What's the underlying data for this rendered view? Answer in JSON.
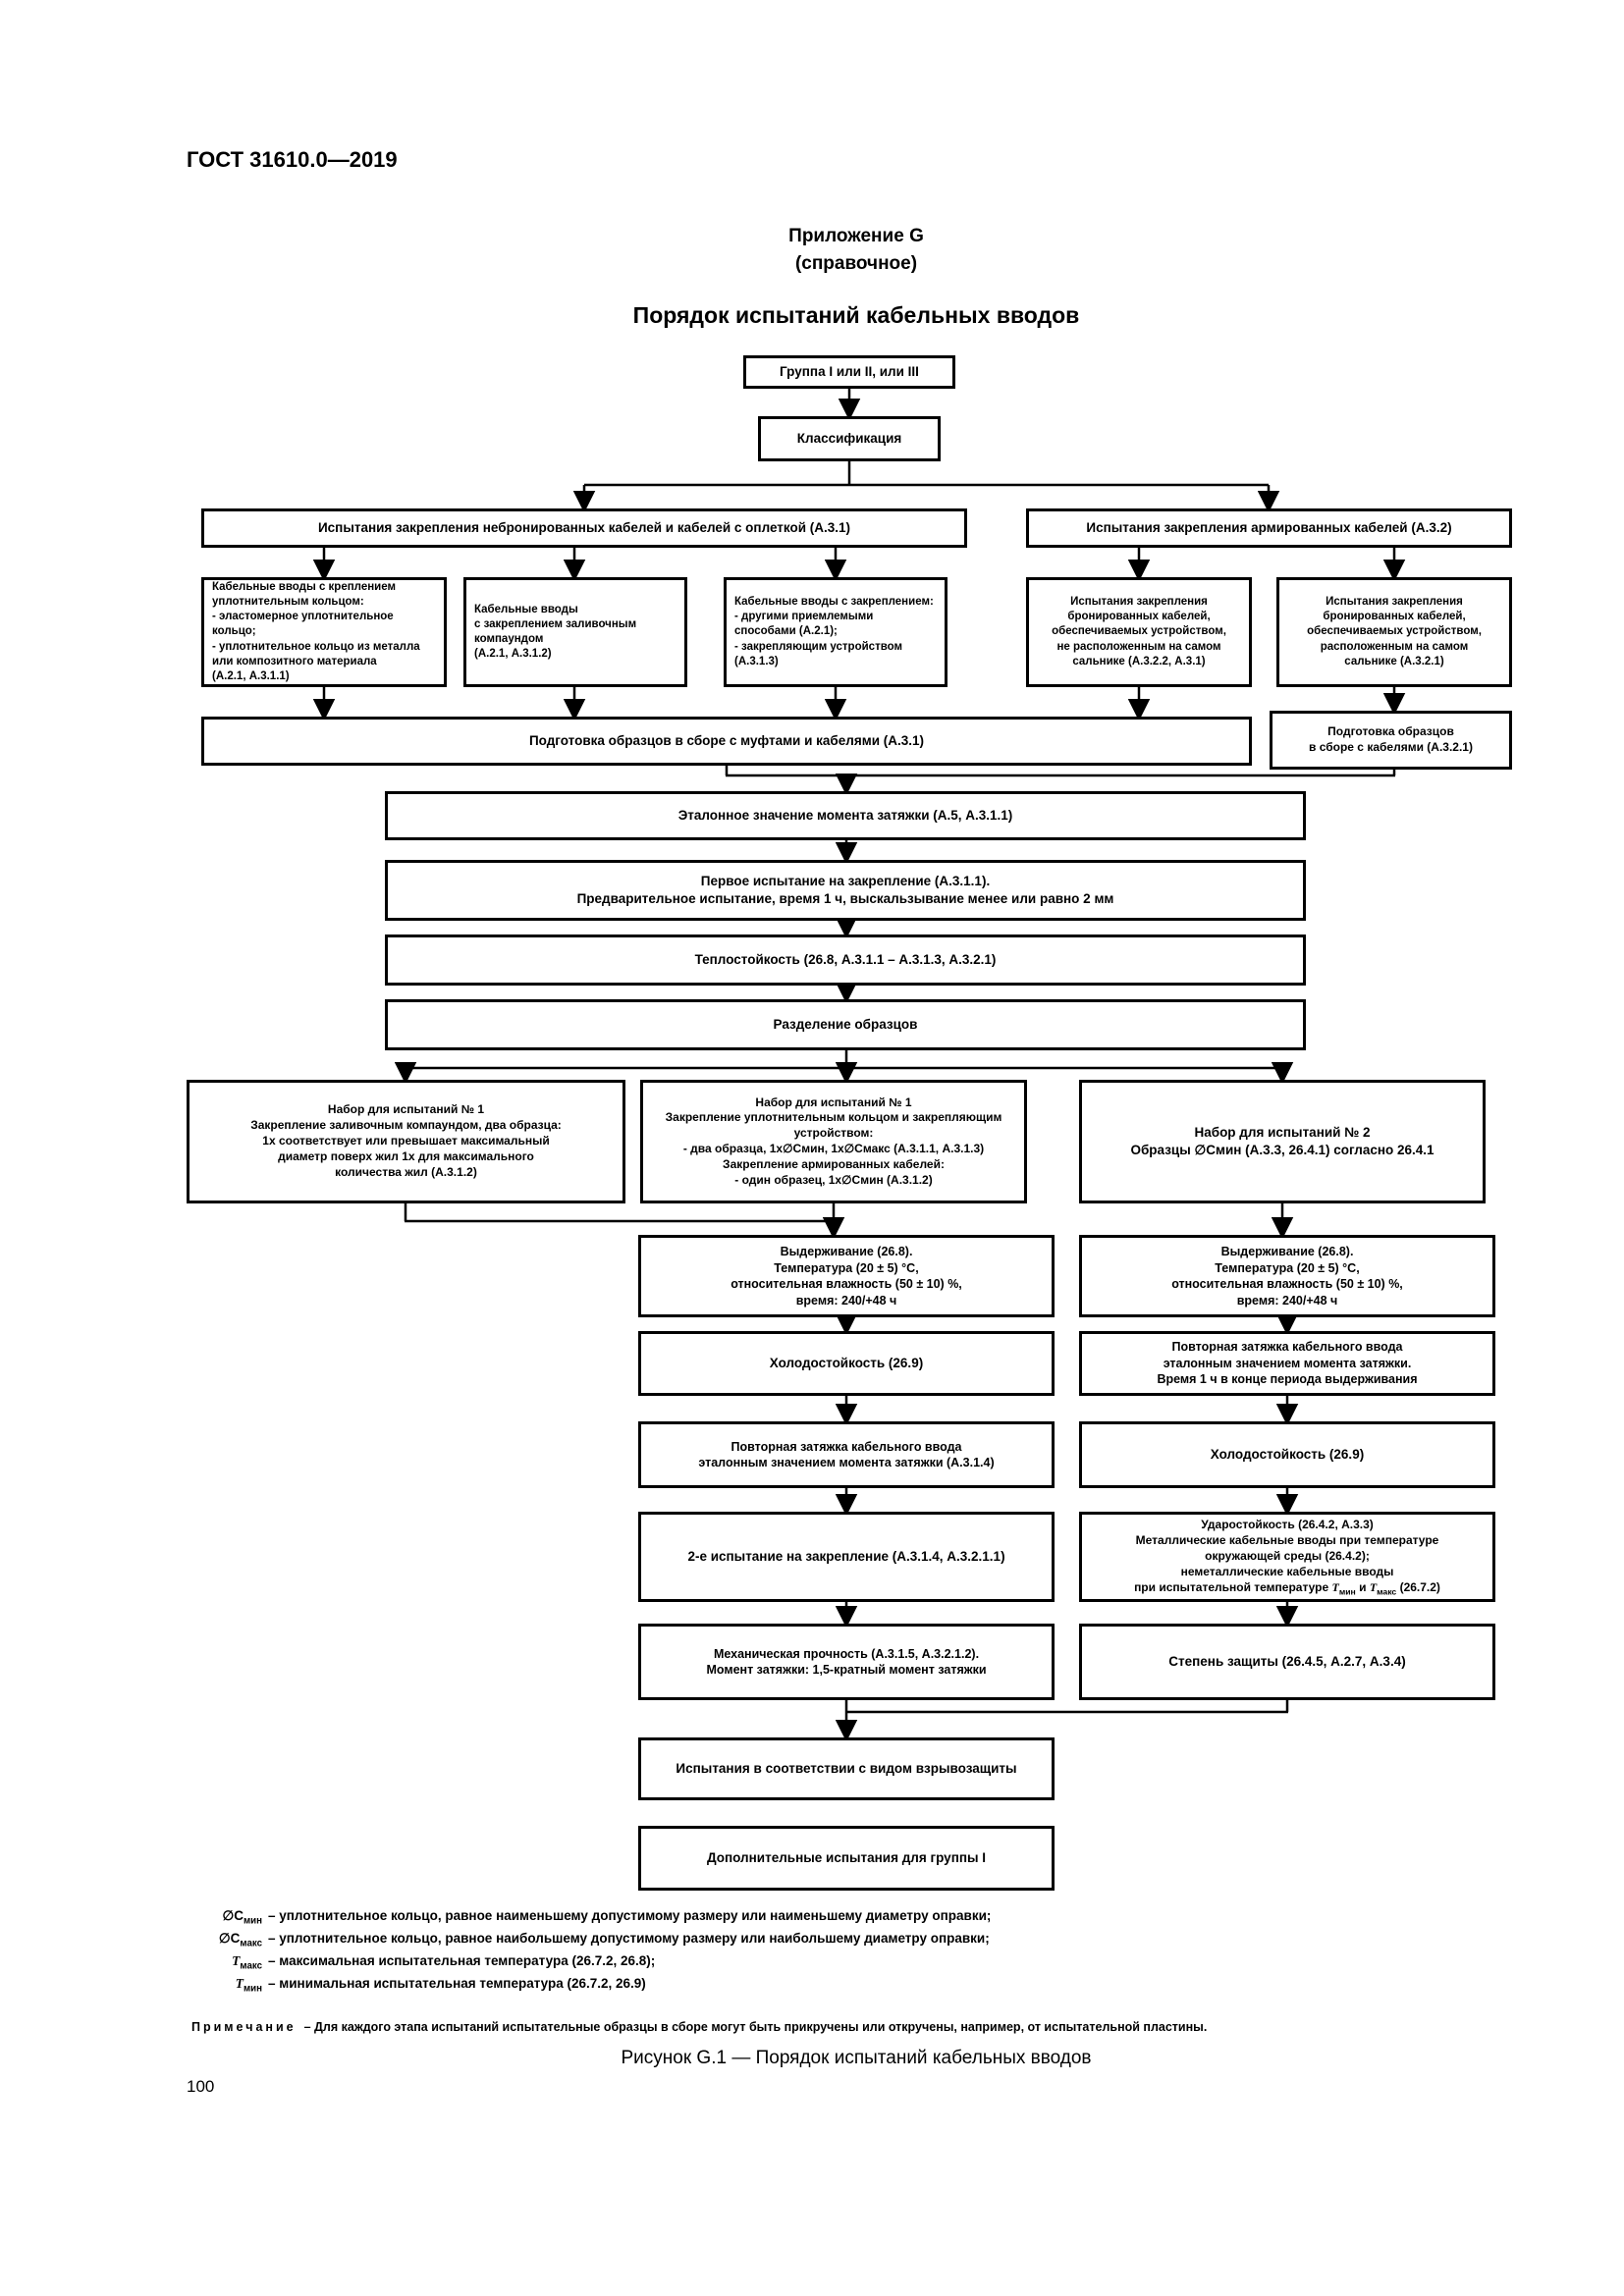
{
  "page": {
    "doc_number": "ГОСТ 31610.0—2019",
    "appendix_label": "Приложение G",
    "appendix_kind": "(справочное)",
    "title": "Порядок испытаний кабельных вводов",
    "note_label": "Примечание",
    "note_text": "– Для каждого этапа испытаний испытательные образцы в сборе могут быть прикручены или откручены, например, от испытательной пластины.",
    "caption": "Рисунок G.1 — Порядок испытаний кабельных вводов",
    "page_number": "100"
  },
  "colors": {
    "line": "#000000",
    "box_background": "#ffffff",
    "text": "#000000"
  },
  "boxes": {
    "group": {
      "lines": [
        "Группа I или II, или III"
      ]
    },
    "classification": {
      "lines": [
        "Классификация"
      ]
    },
    "branch_left": {
      "lines": [
        "Испытания закрепления небронированных кабелей и кабелей с оплеткой (А.3.1)"
      ]
    },
    "branch_right": {
      "lines": [
        "Испытания закрепления армированных кабелей (А.3.2)"
      ]
    },
    "b1": {
      "lines": [
        "Кабельные вводы с креплением",
        "уплотнительным кольцом:",
        "- эластомерное уплотнительное кольцо;",
        "- уплотнительное кольцо из металла",
        "  или композитного материала",
        "(А.2.1, А.3.1.1)"
      ]
    },
    "b2": {
      "lines": [
        "Кабельные вводы",
        "с закреплением заливочным",
        "компаундом",
        "(А.2.1, А.3.1.2)"
      ]
    },
    "b3": {
      "lines": [
        "Кабельные вводы с закреплением:",
        "- другими приемлемыми",
        "  способами (А.2.1);",
        "- закрепляющим устройством",
        "(А.3.1.3)"
      ]
    },
    "b4": {
      "lines": [
        "Испытания закрепления",
        "бронированных кабелей,",
        "обеспечиваемых устройством,",
        "не расположенным на самом",
        "сальнике (А.3.2.2, А.3.1)"
      ]
    },
    "b5": {
      "lines": [
        "Испытания закрепления",
        "бронированных кабелей,",
        "обеспечиваемых устройством,",
        "расположенным на самом",
        "сальнике (А.3.2.1)"
      ]
    },
    "prep_wide": {
      "lines": [
        "Подготовка образцов в сборе с муфтами и кабелями (А.3.1)"
      ]
    },
    "prep_right": {
      "lines": [
        "Подготовка образцов",
        "в сборе с кабелями (А.3.2.1)"
      ]
    },
    "etalon": {
      "lines": [
        "Эталонное значение момента затяжки (А.5, А.3.1.1)"
      ]
    },
    "first_test": {
      "lines": [
        "Первое испытание на закрепление (А.3.1.1).",
        "Предварительное испытание, время 1 ч, выскальзывание менее или равно 2 мм"
      ]
    },
    "heat": {
      "lines": [
        "Теплостойкость (26.8, А.3.1.1 – А.3.1.3, А.3.2.1)"
      ]
    },
    "separation": {
      "lines": [
        "Разделение образцов"
      ]
    },
    "set1_left": {
      "lines": [
        "Набор для испытаний № 1",
        "Закрепление заливочным компаундом, два образца:",
        "1х соответствует или превышает максимальный",
        "диаметр поверх жил 1х для максимального",
        "количества жил (А.3.1.2)"
      ]
    },
    "set1_mid": {
      "lines": [
        "Набор для испытаний № 1",
        "Закрепление уплотнительным кольцом и закрепляющим",
        "устройством:",
        "- два образца, 1х∅Смин, 1х∅Смакс (А.3.1.1, А.3.1.3)",
        "Закрепление армированных кабелей:",
        "- один образец, 1х∅Смин (А.3.1.2)"
      ]
    },
    "set2": {
      "lines": [
        "Набор для испытаний № 2",
        "Образцы ∅Смин (А.3.3, 26.4.1) согласно 26.4.1"
      ]
    },
    "hold_mid": {
      "lines": [
        "Выдерживание (26.8).",
        "Температура (20 ± 5) °С,",
        "относительная влажность (50 ± 10) %,",
        "время: 240/+48 ч"
      ]
    },
    "hold_right": {
      "lines": [
        "Выдерживание (26.8).",
        "Температура (20 ± 5) °С,",
        "относительная влажность (50 ± 10) %,",
        "время: 240/+48 ч"
      ]
    },
    "cold_mid": {
      "lines": [
        "Холодостойкость (26.9)"
      ]
    },
    "retight_right": {
      "lines": [
        "Повторная затяжка кабельного ввода",
        "эталонным значением момента затяжки.",
        "Время 1 ч в конце периода выдерживания"
      ]
    },
    "retight_mid": {
      "lines": [
        "Повторная затяжка кабельного ввода",
        "эталонным значением момента затяжки (А.3.1.4)"
      ]
    },
    "cold_right": {
      "lines": [
        "Холодостойкость (26.9)"
      ]
    },
    "second_test": {
      "lines": [
        "2-е испытание на закрепление (А.3.1.4, А.3.2.1.1)"
      ]
    },
    "impact": {
      "lines": [
        "Ударостойкость (26.4.2, А.3.3)",
        "Металлические кабельные вводы при температуре",
        "окружающей среды (26.4.2);",
        "неметаллические кабельные вводы"
      ],
      "last": {
        "pre": "при испытательной температуре ",
        "t1": "Т",
        "s1": "мин",
        "mid": " и ",
        "t2": "Т",
        "s2": "макс",
        "post": " (26.7.2)"
      }
    },
    "mech": {
      "lines": [
        "Механическая прочность (А.3.1.5, А.3.2.1.2).",
        "Момент затяжки: 1,5-кратный момент затяжки"
      ]
    },
    "ip": {
      "lines": [
        "Степень защиты (26.4.5, А.2.7, А.3.4)"
      ]
    },
    "exv": {
      "lines": [
        "Испытания в соответствии с видом взрывозащиты"
      ]
    },
    "group1": {
      "lines": [
        "Дополнительные испытания для группы I"
      ]
    }
  },
  "legend": [
    {
      "symbol": "∅С",
      "sub": "мин",
      "text": "– уплотнительное кольцо, равное наименьшему допустимому размеру или наименьшему диаметру оправки;"
    },
    {
      "symbol": "∅С",
      "sub": "макс",
      "text": "– уплотнительное кольцо, равное наибольшему допустимому размеру или наибольшему диаметру оправки;"
    },
    {
      "symbol": "Т",
      "sub": "макс",
      "text": "– максимальная испытательная температура (26.7.2, 26.8);"
    },
    {
      "symbol": "Т",
      "sub": "мин",
      "text": "– минимальная испытательная температура (26.7.2, 26.9)"
    }
  ]
}
